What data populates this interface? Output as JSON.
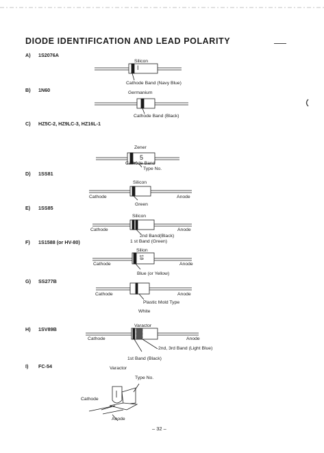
{
  "title": "DIODE IDENTIFICATION AND LEAD POLARITY",
  "sections": [
    {
      "letter": "A)",
      "part": "1S2076A",
      "type_label": "Silicon",
      "band_label": "Cathode Band (Navy Blue)",
      "body_mark": "I"
    },
    {
      "letter": "B)",
      "part": "1N60",
      "type_label": "Germanium",
      "band_label": "Cathode Band (Black)"
    },
    {
      "letter": "C)",
      "part": "HZ5C-2, HZ9LC-3, HZ16L-1",
      "type_label": "Zener",
      "body_mark": "5",
      "typeno_label": "Type No.",
      "band_label": "Cathode Band"
    },
    {
      "letter": "D)",
      "part": "1SS81",
      "type_label": "Silicon",
      "cathode": "Cathode",
      "anode": "Anode",
      "band_label": "Green"
    },
    {
      "letter": "E)",
      "part": "1SS85",
      "type_label": "Silicon",
      "cathode": "Cathode",
      "anode": "Anode",
      "band2_label": "2nd Band(Black)",
      "band1_label": "1 st Band (Green)"
    },
    {
      "letter": "F)",
      "part": "1S1588 (or HV-80)",
      "type_label": "Silion",
      "body_mark": "18",
      "cathode": "Cathode",
      "anode": "Anode",
      "band_label": "Blue (or Yellow)"
    },
    {
      "letter": "G)",
      "part": "SS277B",
      "cathode": "Cathode",
      "anode": "Anode",
      "mold_label": "Plastic Mold Type",
      "color_label": "White"
    },
    {
      "letter": "H)",
      "part": "1SV89B",
      "type_label": "Varactor",
      "cathode": "Cathode",
      "anode": "Anode",
      "band23_label": "2nd, 3rd Band (Light Blue)",
      "band1_label": "1st Band (Black)"
    },
    {
      "letter": "I)",
      "part": "FC-54",
      "type_label": "Varactor",
      "typeno_label": "Type No.",
      "cathode": "Cathode",
      "anode": "Anode"
    }
  ],
  "page_number": "– 32 –",
  "colors": {
    "ink": "#1a1a1a",
    "paper": "#ffffff"
  }
}
